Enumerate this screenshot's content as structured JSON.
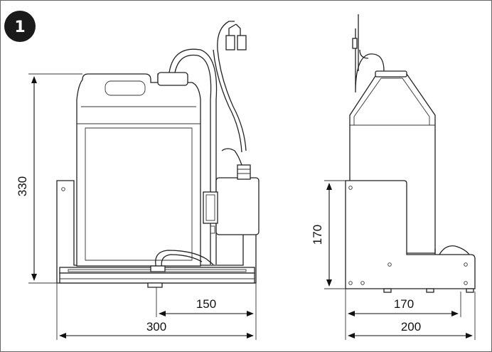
{
  "figure": {
    "badge_label": "1",
    "front_view": {
      "height_label": "330",
      "depth_label": "150",
      "width_label": "300"
    },
    "side_view": {
      "height_label": "170",
      "inner_width_label": "170",
      "width_label": "200"
    }
  }
}
